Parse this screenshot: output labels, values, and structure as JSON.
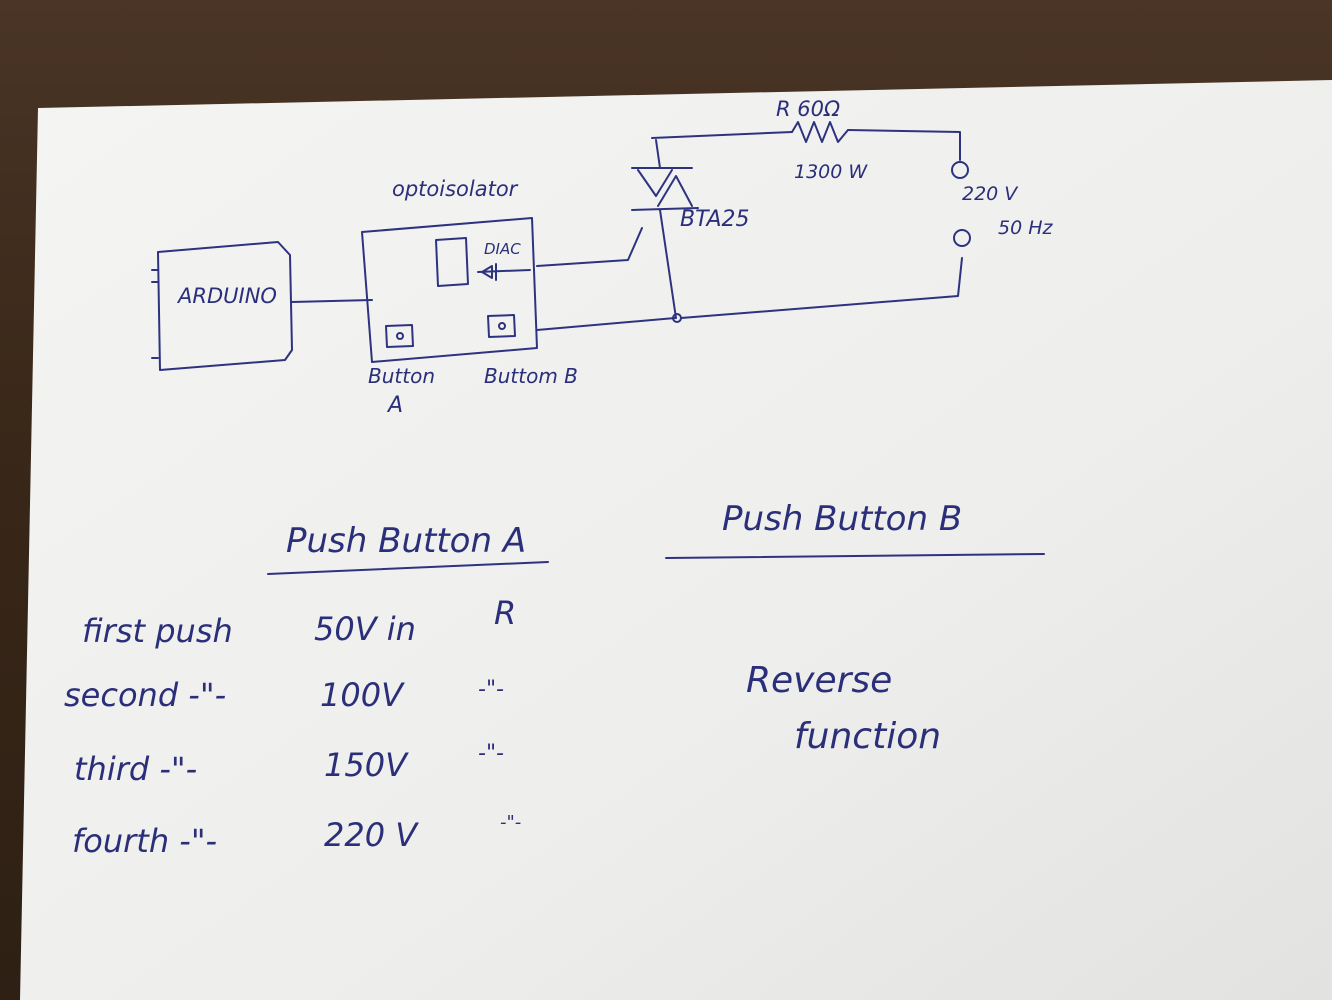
{
  "schematic": {
    "arduino_label": "ARDUINO",
    "optoisolator_label": "optoisolator",
    "diac_label": "DIAC",
    "button_a_label_line1": "Button",
    "button_a_label_line2": "A",
    "button_b_label": "Buttom B",
    "triac_label": "BTA25",
    "resistor_label": "R 60Ω",
    "resistor_power": "1300 W",
    "source_voltage": "220 V",
    "source_frequency": "50 Hz"
  },
  "table_a": {
    "heading": "Push Button A",
    "rows": [
      {
        "label": "first push",
        "voltage": "50V in",
        "target": "R"
      },
      {
        "label": "second -\"-",
        "voltage": "100V",
        "target": "-\"-"
      },
      {
        "label": "third -\"-",
        "voltage": "150V",
        "target": "-\"-"
      },
      {
        "label": "fourth -\"-",
        "voltage": "220 V",
        "target": "-\"-"
      }
    ]
  },
  "table_b": {
    "heading": "Push Button B",
    "text_line1": "Reverse",
    "text_line2": "function"
  },
  "colors": {
    "ink": "#2b2f7a",
    "paper": "#f3f3f1",
    "desk": "#3a2819"
  }
}
